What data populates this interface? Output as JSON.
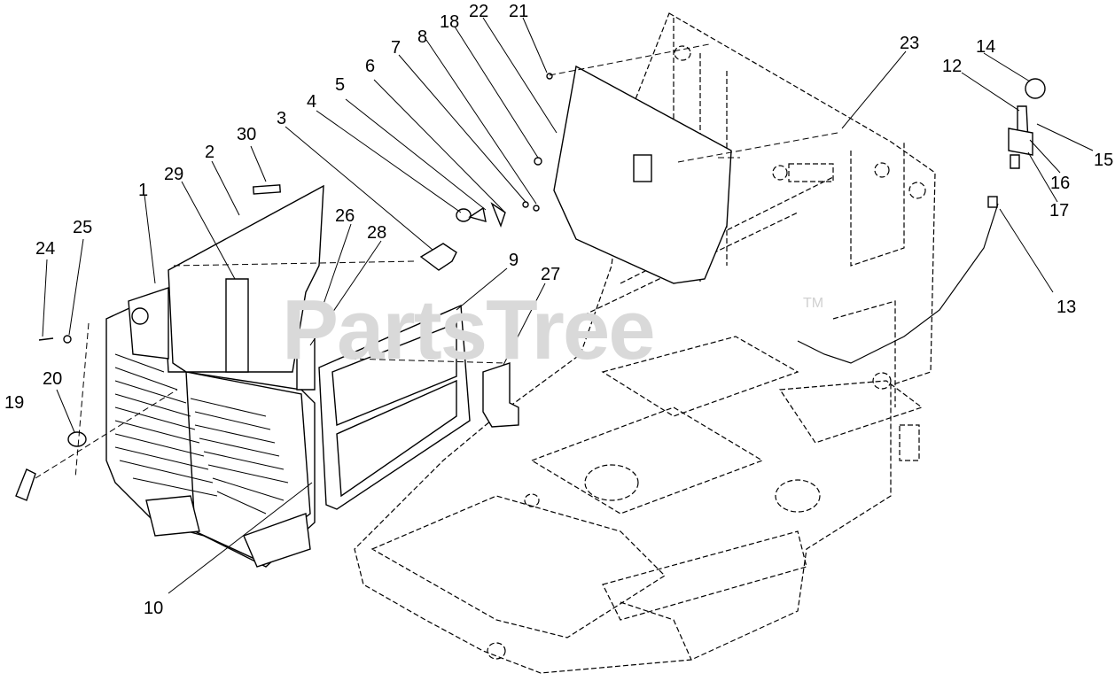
{
  "watermark": {
    "text": "PartsTree",
    "trademark": "TM"
  },
  "callouts": [
    {
      "id": "c1",
      "label": "1"
    },
    {
      "id": "c2",
      "label": "2"
    },
    {
      "id": "c3",
      "label": "3"
    },
    {
      "id": "c4",
      "label": "4"
    },
    {
      "id": "c5",
      "label": "5"
    },
    {
      "id": "c6",
      "label": "6"
    },
    {
      "id": "c7",
      "label": "7"
    },
    {
      "id": "c8",
      "label": "8"
    },
    {
      "id": "c9",
      "label": "9"
    },
    {
      "id": "c10",
      "label": "10"
    },
    {
      "id": "c12",
      "label": "12"
    },
    {
      "id": "c13",
      "label": "13"
    },
    {
      "id": "c14",
      "label": "14"
    },
    {
      "id": "c15",
      "label": "15"
    },
    {
      "id": "c16",
      "label": "16"
    },
    {
      "id": "c17",
      "label": "17"
    },
    {
      "id": "c18",
      "label": "18"
    },
    {
      "id": "c19",
      "label": "19"
    },
    {
      "id": "c20",
      "label": "20"
    },
    {
      "id": "c21",
      "label": "21"
    },
    {
      "id": "c22",
      "label": "22"
    },
    {
      "id": "c23",
      "label": "23"
    },
    {
      "id": "c24",
      "label": "24"
    },
    {
      "id": "c25",
      "label": "25"
    },
    {
      "id": "c26",
      "label": "26"
    },
    {
      "id": "c27",
      "label": "27"
    },
    {
      "id": "c28",
      "label": "28"
    },
    {
      "id": "c29",
      "label": "29"
    },
    {
      "id": "c30",
      "label": "30"
    }
  ]
}
